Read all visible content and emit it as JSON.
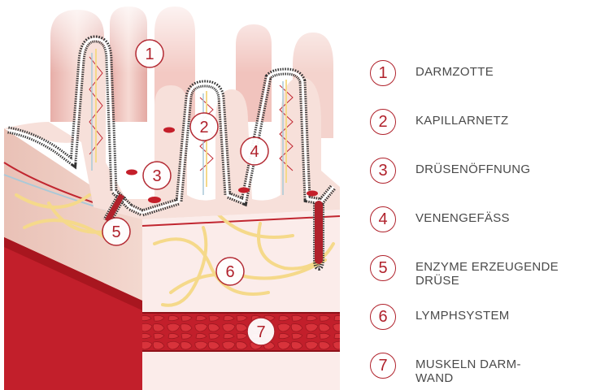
{
  "legend": [
    {
      "num": "1",
      "label": "DARMZOTTE"
    },
    {
      "num": "2",
      "label": "KAPILLARNETZ"
    },
    {
      "num": "3",
      "label": "DRÜSENÖFFNUNG"
    },
    {
      "num": "4",
      "label": "VENENGEFÄSS"
    },
    {
      "num": "5",
      "label": "ENZYME ERZEUGENDE DRÜSE"
    },
    {
      "num": "6",
      "label": "LYMPHSYSTEM"
    },
    {
      "num": "7",
      "label": "MUSKELN DARM-WAND"
    }
  ],
  "colors": {
    "accent": "#b0212b",
    "muscle": "#c41f2a",
    "tissue": "#f6e2dc",
    "villus": "#e9b7b1",
    "lymph": "#f5d98a",
    "vein": "#a9c9d8",
    "label_text": "#4a4a4a"
  }
}
